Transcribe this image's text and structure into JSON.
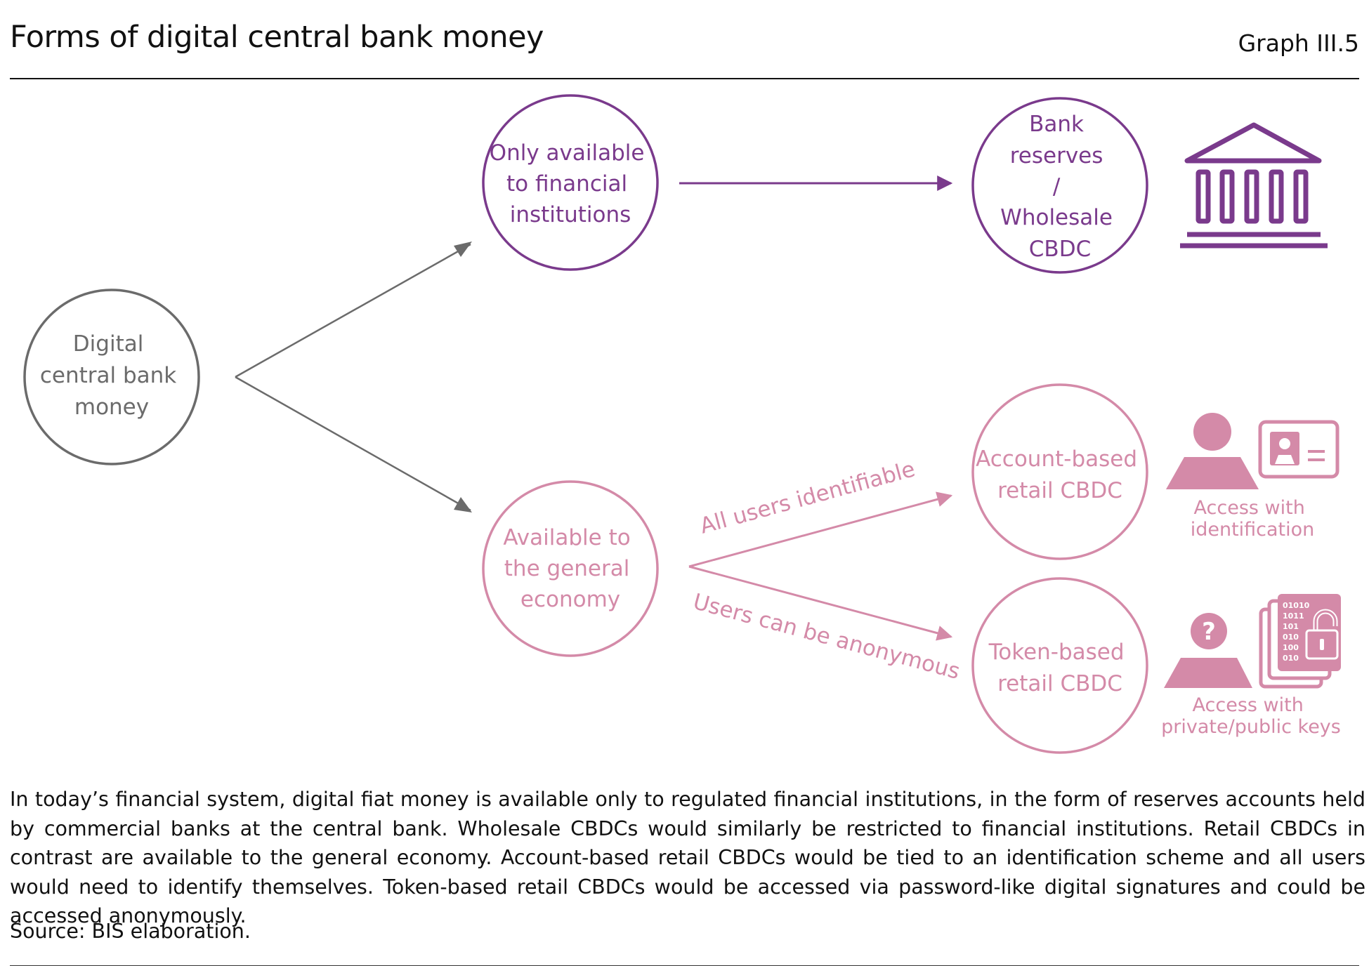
{
  "header": {
    "title": "Forms of digital central bank money",
    "graph_id": "Graph III.5"
  },
  "colors": {
    "grey": "#6b6b6b",
    "purple": "#7a3a8c",
    "pink": "#d48aa8",
    "text_dark": "#111111"
  },
  "nodes": {
    "root": [
      "Digital",
      "central bank",
      "money"
    ],
    "financial_only": [
      "Only available",
      "to financial",
      "institutions"
    ],
    "wholesale": [
      "Bank",
      "reserves",
      "/",
      "Wholesale",
      "CBDC"
    ],
    "general": [
      "Available to",
      "the general",
      "economy"
    ],
    "account_based": [
      "Account-based",
      "retail CBDC"
    ],
    "token_based": [
      "Token-based",
      "retail CBDC"
    ]
  },
  "edge_labels": {
    "identifiable": "All users identifiable",
    "anonymous": "Users can be anonymous"
  },
  "icons": {
    "bank": "bank-building-icon",
    "identification": "person-with-id-card-icon",
    "keys": "anonymous-person-with-lock-icon",
    "binary_lines": [
      "01010",
      "1011",
      "101",
      "010",
      "100",
      "010"
    ]
  },
  "icon_captions": {
    "identification": [
      "Access with",
      "identification"
    ],
    "keys": [
      "Access with",
      "private/public keys"
    ]
  },
  "caption": "In today’s financial system, digital fiat money is available only to regulated financial institutions, in the form of reserves accounts held by commercial banks at the central bank. Wholesale CBDCs would similarly be restricted to financial institutions. Retail CBDCs in contrast are available to the general economy. Account-based retail CBDCs would be tied to an identification scheme and all users would need to identify themselves. Token-based retail CBDCs would be accessed via password-like digital signatures and could be accessed anonymously.",
  "source": "Source: BIS elaboration."
}
